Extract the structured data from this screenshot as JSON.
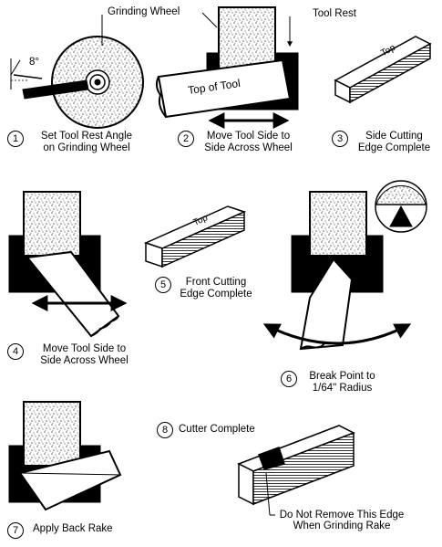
{
  "callouts": {
    "grinding_wheel": "Grinding Wheel",
    "tool_rest": "Tool Rest",
    "top_of_tool": "Top of Tool",
    "angle": "8°",
    "top": "Top",
    "do_not_remove_1": "Do Not Remove This Edge",
    "do_not_remove_2": "When Grinding Rake"
  },
  "steps": [
    {
      "number": "1",
      "line1": "Set Tool Rest Angle",
      "line2": "on Grinding Wheel"
    },
    {
      "number": "2",
      "line1": "Move Tool Side to",
      "line2": "Side Across Wheel"
    },
    {
      "number": "3",
      "line1": "Side Cutting",
      "line2": "Edge Complete"
    },
    {
      "number": "4",
      "line1": "Move Tool Side to",
      "line2": "Side Across Wheel"
    },
    {
      "number": "5",
      "line1": "Front Cutting",
      "line2": "Edge Complete"
    },
    {
      "number": "6",
      "line1": "Break Point to",
      "line2": "1/64\" Radius"
    },
    {
      "number": "7",
      "line1": "Apply Back Rake",
      "line2": ""
    },
    {
      "number": "8",
      "line1": "Cutter Complete",
      "line2": ""
    }
  ]
}
